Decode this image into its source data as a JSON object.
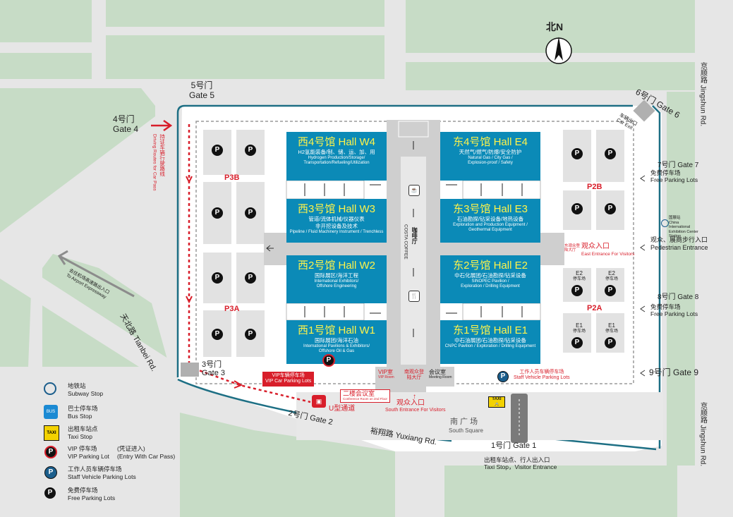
{
  "north": {
    "label": "北N"
  },
  "gates": {
    "gate5": "5号门\nGate 5",
    "gate5_zh": "5号门",
    "gate5_en": "Gate 5",
    "gate4_zh": "4号门",
    "gate4_en": "Gate 4",
    "gate6": "6号门 Gate 6",
    "gate7": "7号门 Gate 7",
    "gate8": "8号门 Gate 8",
    "gate9": "9号门 Gate 9",
    "gate3_zh": "3号门",
    "gate3_en": "Gate 3",
    "gate2": "2号门 Gate 2",
    "gate1": "1号门 Gate 1"
  },
  "roads": {
    "jingshun_top": "京顺路 Jingshun Rd.",
    "jingshun_bottom": "京顺路 Jingshun Rd.",
    "tianbei": "天北路 Tianbei Rd.",
    "yuxiang": "裕翔路 Yuxiang Rd.",
    "airport_expressway_zh": "去往机场高速路出入口",
    "airport_expressway_en": "To Airport Expressway"
  },
  "halls": [
    {
      "id": "W4",
      "title": "西4号馆 Hall W4",
      "zh": "H2氢能装备/制、储、运、加、用",
      "en1": "Hydrogen Production/Storage/",
      "en2": "Transportation/Refueling/Utilization"
    },
    {
      "id": "W3",
      "title": "西3号馆 Hall W3",
      "zh": "管道/流体机械/仪器仪表",
      "zh2": "非开挖设备及技术",
      "en1": "Pipeline / Fluid Machinery Instrument / Trenchless",
      "en2": ""
    },
    {
      "id": "W2",
      "title": "西2号馆 Hall W2",
      "zh": "国际展区/海洋工程",
      "en1": "International Exhibitors/",
      "en2": "Offshore Engineering"
    },
    {
      "id": "W1",
      "title": "西1号馆 Hall W1",
      "zh": "国际展团/海洋石油",
      "en1": "International Pavilions & Exhibitors/",
      "en2": "Offshore Oil & Gas"
    },
    {
      "id": "E4",
      "title": "东4号馆 Hall E4",
      "zh": "天然气/燃气/防爆/安全防护",
      "en1": "Natural Gas / City Gas /",
      "en2": "Explosion-proof / Safety"
    },
    {
      "id": "E3",
      "title": "东3号馆 Hall E3",
      "zh": "石油勘探/钻采设备/地热设备",
      "en1": "Exploration and Production Equipment /",
      "en2": "Geothermal Equipment"
    },
    {
      "id": "E2",
      "title": "东2号馆 Hall E2",
      "zh": "中石化展团/石油勘探/钻采设备",
      "en1": "SINOPEC Pavilion /",
      "en2": "Exploration / Drilling Equipment"
    },
    {
      "id": "E1",
      "title": "东1号馆 Hall E1",
      "zh": "中石油展团/石油勘探/钻采设备",
      "en1": "CNPC Pavilion / Exploration / Drilling Equipment",
      "en2": ""
    }
  ],
  "parking": {
    "p3b": "P3B",
    "p3a": "P3A",
    "p2b": "P2B",
    "p2a": "P2A",
    "e2": "E2\n停车场",
    "e1": "E1\n停车场",
    "e2_label": "E2",
    "e1_label": "E1",
    "lot_zh": "停车场",
    "vip_zh": "VIP车辆停车场",
    "vip_en": "VIP Car Parking Lots",
    "staff_zh": "工作人员车辆停车场",
    "staff_en": "Staff Vehicle Parking Lots",
    "free_zh": "免费停车场",
    "free_en": "Free Parking Lots"
  },
  "central": {
    "coffee_zh": "咖啡厅",
    "coffee_en": "COSTA COFFEE",
    "vip_room_zh": "VIP室",
    "vip_room_en": "VIP Room",
    "hall_zh": "南观众登陆大厅",
    "meeting_zh": "会议室",
    "meeting_en": "Meeting Room",
    "conf2_zh": "二楼会议室",
    "conf2_en": "Conference Room on 2nd Floor",
    "u_zh": "U型通道"
  },
  "entrances": {
    "east_zh": "观众入口",
    "east_en": "East Entrance For Visitors",
    "east_hall": "东观众登陆大厅",
    "south_zh": "观众入口",
    "south_en": "South Entrance For Visitors",
    "ped_zh": "观众、展商步行入口",
    "ped_en": "Pedestrian Entrance",
    "taxi_zh": "出租车站点、行人出入口",
    "taxi_en": "Taxi Stop，Visitor Entrance",
    "car_exit_zh": "车辆出口",
    "car_exit_en": "Car Exit"
  },
  "misc": {
    "driving_zh": "持证车辆行驶路线",
    "driving_en": "Driving Routes for Car Pass",
    "south_square_zh": "南 广 场",
    "south_square_en": "South Square",
    "subway_station_zh": "国展站",
    "subway_station_en": "China International Exhibition Center Station",
    "taxi_sign": "TAXI"
  },
  "legend": [
    {
      "icon": "subway-icon",
      "zh": "地铁站",
      "en": "Subway Stop"
    },
    {
      "icon": "bus-icon",
      "zh": "巴士停车场",
      "en": "Bus Stop"
    },
    {
      "icon": "taxi-icon",
      "zh": "出租车站点",
      "en": "Taxi Stop"
    },
    {
      "icon": "vip-parking-icon",
      "zh": "VIP 停车场",
      "en": "VIP Parking Lot",
      "note_zh": "(凭证进入)",
      "note_en": "(Entry With Car Pass)"
    },
    {
      "icon": "staff-parking-icon",
      "zh": "工作人员车辆停车场",
      "en": "Staff Vehicle Parking Lots"
    },
    {
      "icon": "free-parking-icon",
      "zh": "免费停车场",
      "en": "Free Parking Lots"
    }
  ],
  "colors": {
    "hall": "#0b8ab7",
    "title_yellow": "#fff34a",
    "green": "#c6dcc6",
    "route_red": "#d81e2a",
    "road_teal": "#1d6f84"
  }
}
